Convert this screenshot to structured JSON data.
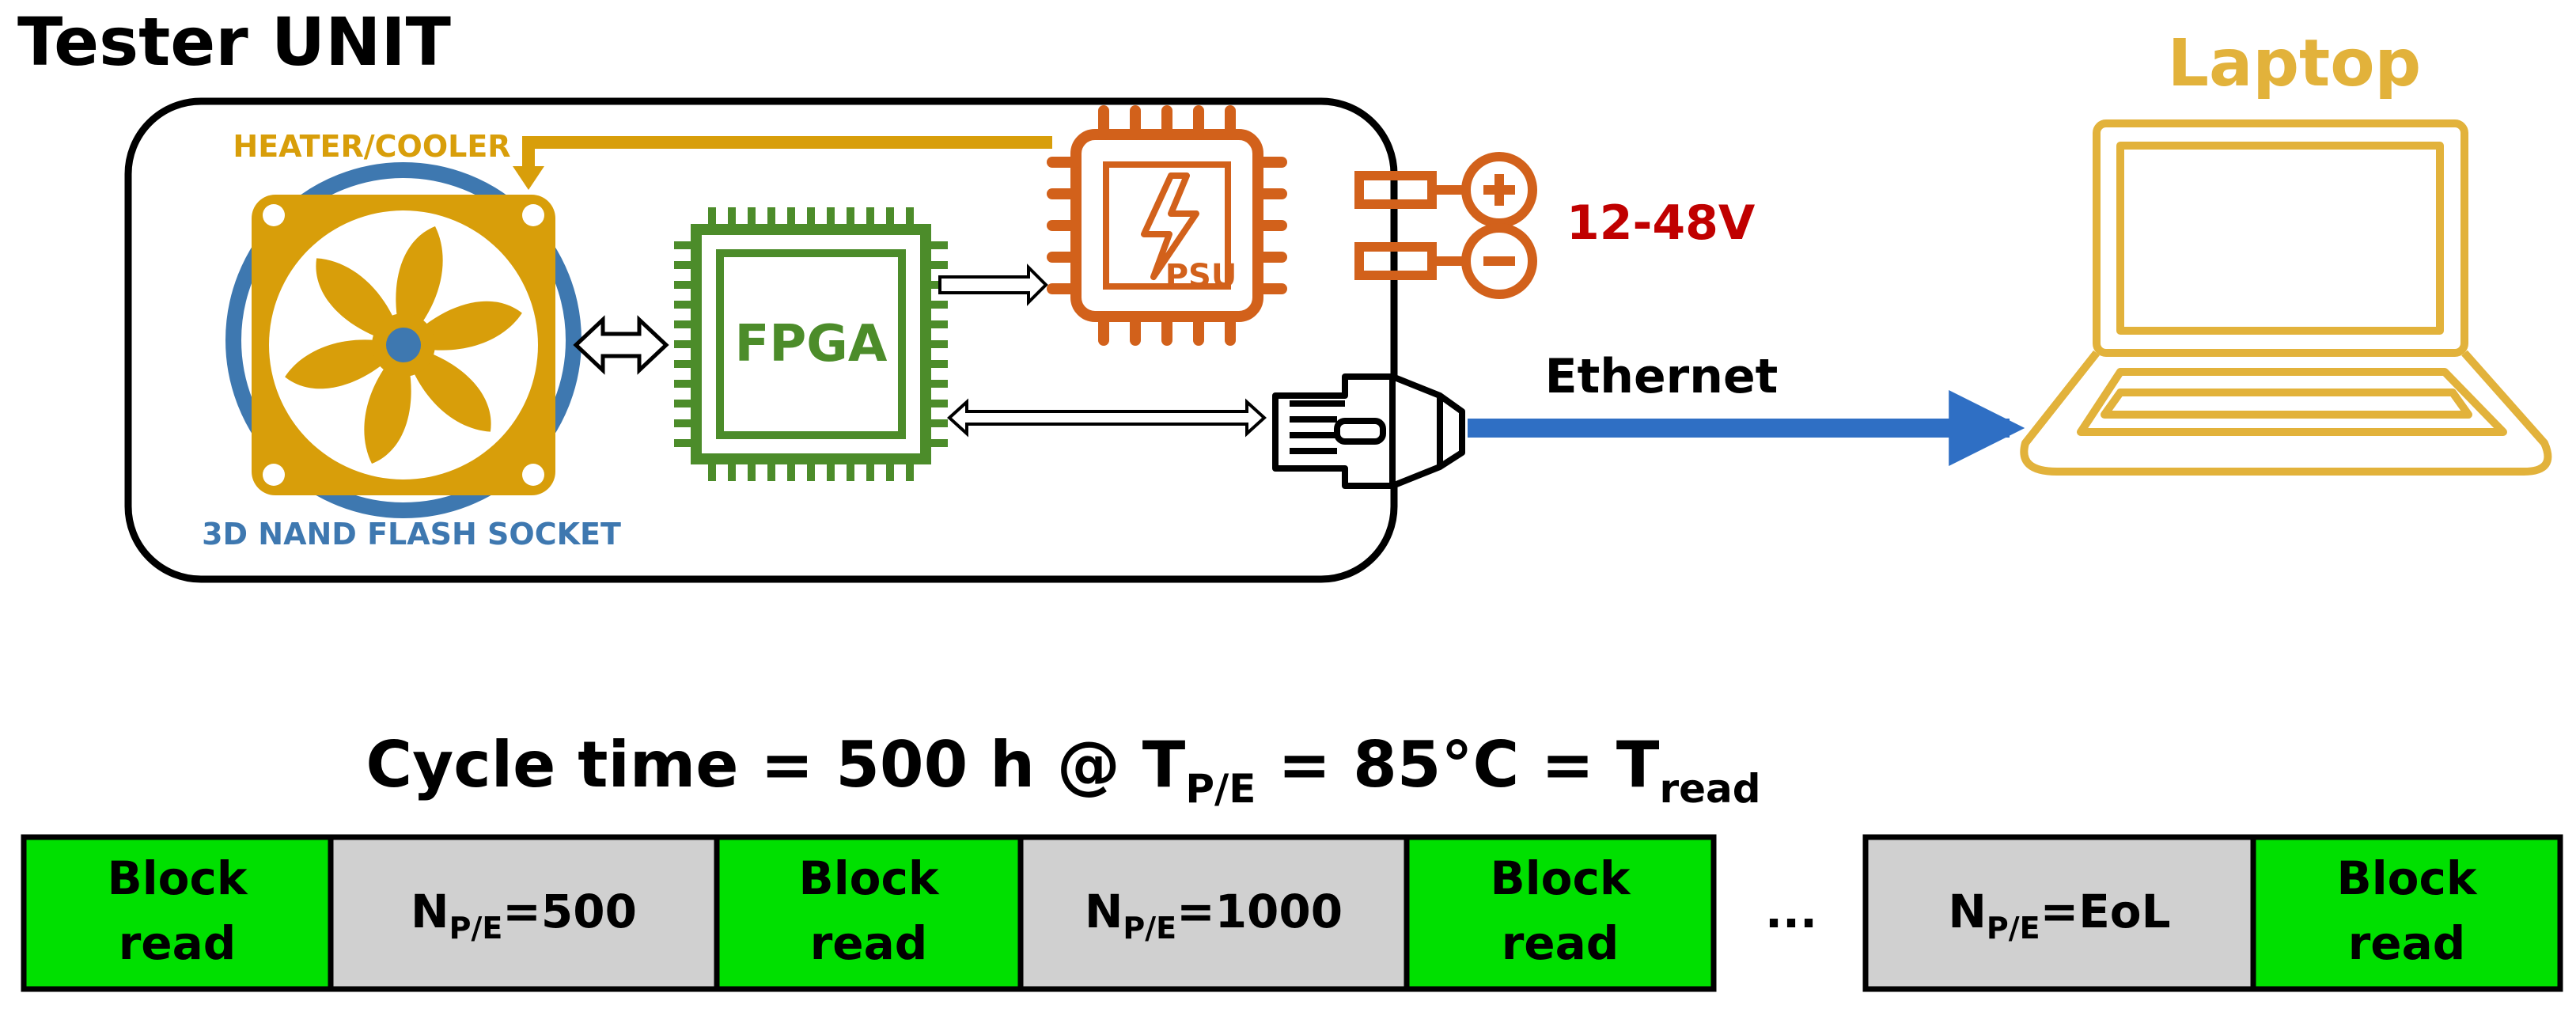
{
  "title": "Tester UNIT",
  "heater_label": "HEATER/COOLER",
  "socket_label": "3D NAND FLASH SOCKET",
  "fpga_label": "FPGA",
  "psu_label": "PSU",
  "voltage_label": "12-48V",
  "ethernet_label": "Ethernet",
  "laptop_label": "Laptop",
  "cycle": {
    "prefix": "Cycle time = 500 h @ T",
    "sub1": "P/E",
    "middle": " = 85°C = T",
    "sub2": "read"
  },
  "timeline": {
    "ellipsis": "...",
    "blocks": [
      {
        "kind": "read",
        "line1": "Block",
        "line2": "read"
      },
      {
        "kind": "pe",
        "main": "N",
        "sub": "P/E",
        "value": "=500"
      },
      {
        "kind": "read",
        "line1": "Block",
        "line2": "read"
      },
      {
        "kind": "pe",
        "main": "N",
        "sub": "P/E",
        "value": "=1000"
      },
      {
        "kind": "read",
        "line1": "Block",
        "line2": "read"
      },
      {
        "kind": "pe",
        "main": "N",
        "sub": "P/E",
        "value": "=EoL"
      },
      {
        "kind": "read",
        "line1": "Block",
        "line2": "read"
      }
    ]
  },
  "colors": {
    "heater": "#D89E0A",
    "socket": "#3E78B0",
    "fpga": "#4C8C2A",
    "psu": "#D2611B",
    "voltage": "#C00000",
    "ethernet": "#2F6FC4",
    "laptop": "#E2B23B",
    "read_block": "#00E000",
    "pe_block": "#D0D0D0"
  }
}
